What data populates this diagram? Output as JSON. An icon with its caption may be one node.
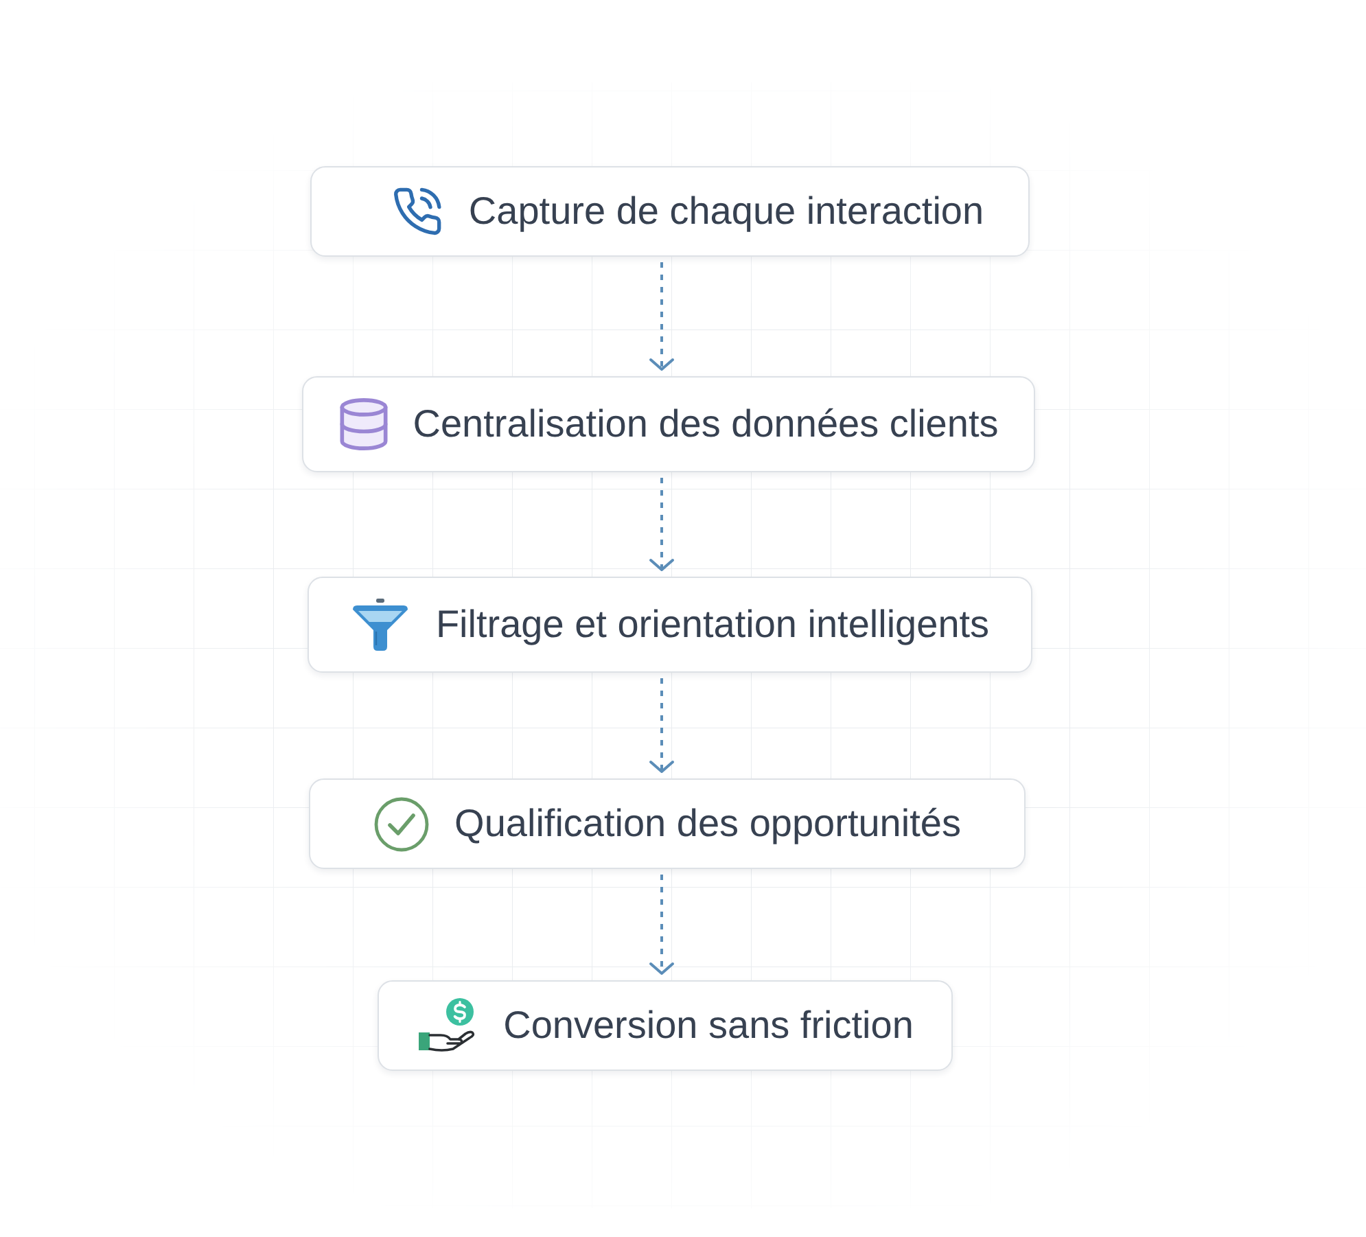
{
  "diagram": {
    "nodes": [
      {
        "text": [
          "Capture de chaque interaction"
        ]
      },
      {
        "text": [
          "Centralisation des données clients"
        ]
      },
      {
        "text": [
          "Filtrage et orientation intelligents"
        ]
      },
      {
        "text": [
          "Qualification des opportunités"
        ]
      },
      {
        "text": [
          "Conversion sans friction"
        ]
      }
    ],
    "edges": [
      {
        "from": 0,
        "to": 1,
        "arrow": "to",
        "style": "dashed"
      },
      {
        "from": 1,
        "to": 2,
        "arrow": "to",
        "style": "dashed"
      },
      {
        "from": 2,
        "to": 3,
        "arrow": "to",
        "style": "dashed"
      },
      {
        "from": 3,
        "to": 4,
        "arrow": "to",
        "style": "dashed"
      }
    ]
  }
}
